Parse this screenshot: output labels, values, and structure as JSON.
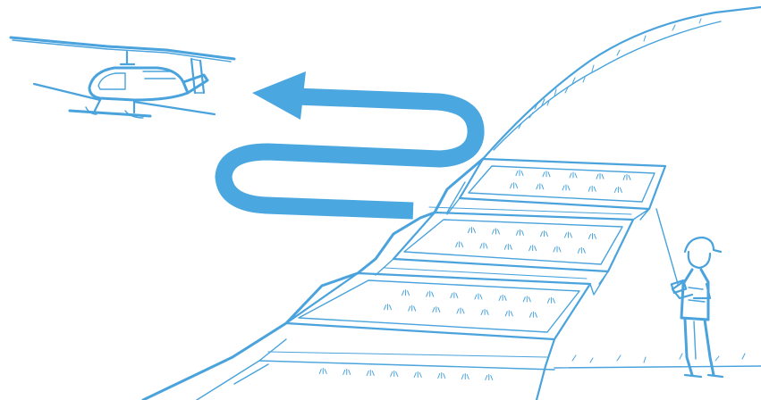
{
  "illustration": {
    "colors": {
      "line": "#4aa3dc",
      "arrow": "#4aa7e0",
      "background": "#ffffff"
    },
    "elements": [
      "helicopter",
      "flight-path-arrow",
      "terraced-slope",
      "ground-operator",
      "remote-control"
    ]
  }
}
